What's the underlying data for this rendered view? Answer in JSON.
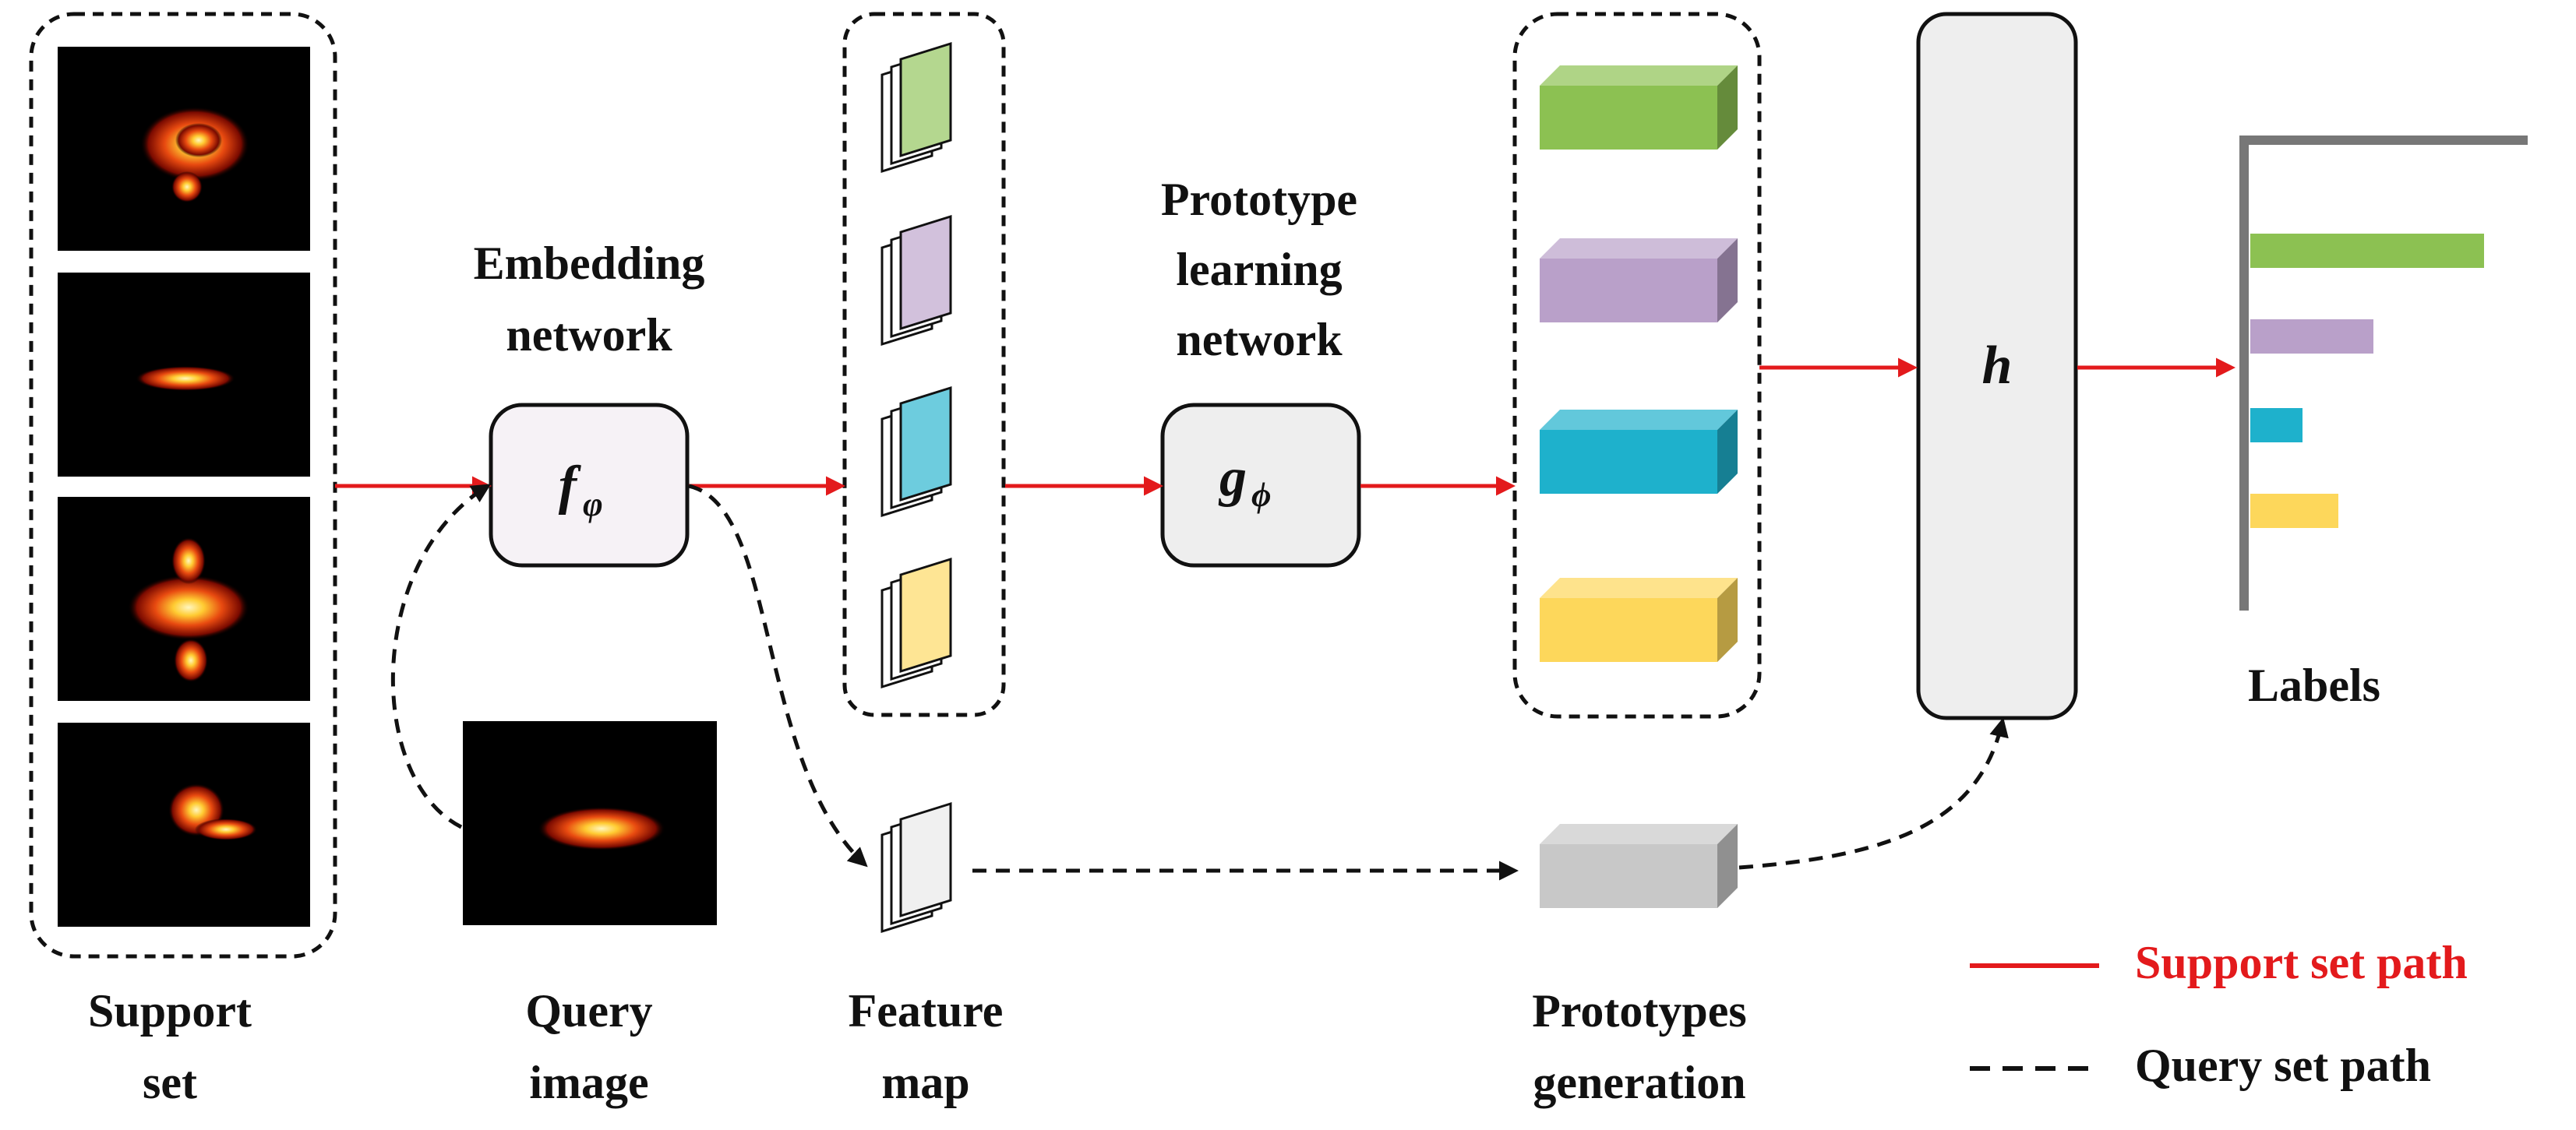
{
  "labels": {
    "support_set": [
      "Support",
      "set"
    ],
    "query_image": [
      "Query",
      "image"
    ],
    "feature_map": [
      "Feature",
      "map"
    ],
    "prototypes_generation": [
      "Prototypes",
      "generation"
    ],
    "labels": "Labels",
    "embedding_network": [
      "Embedding",
      "network"
    ],
    "prototype_learning_network": [
      "Prototype",
      "learning",
      "network"
    ]
  },
  "nodes": {
    "embedding": {
      "symbol": "f",
      "subscript": "φ"
    },
    "prototype_net": {
      "symbol": "g",
      "subscript": "ϕ"
    },
    "classifier": {
      "symbol": "h"
    }
  },
  "legend": {
    "support_path": "Support set path",
    "query_path": "Query set path"
  },
  "colors": {
    "support_path": "#e31a1c",
    "query_path": "#111111",
    "class_1": "#8cc152",
    "class_2": "#b9a0c9",
    "class_3": "#1eb1cc",
    "class_4": "#fdd75b",
    "query_prototype": "#c8c8c8",
    "node_fill_f": "#f6f2f6",
    "node_fill": "#eeeeee"
  },
  "label_scores": [
    0.72,
    0.38,
    0.16,
    0.27
  ]
}
